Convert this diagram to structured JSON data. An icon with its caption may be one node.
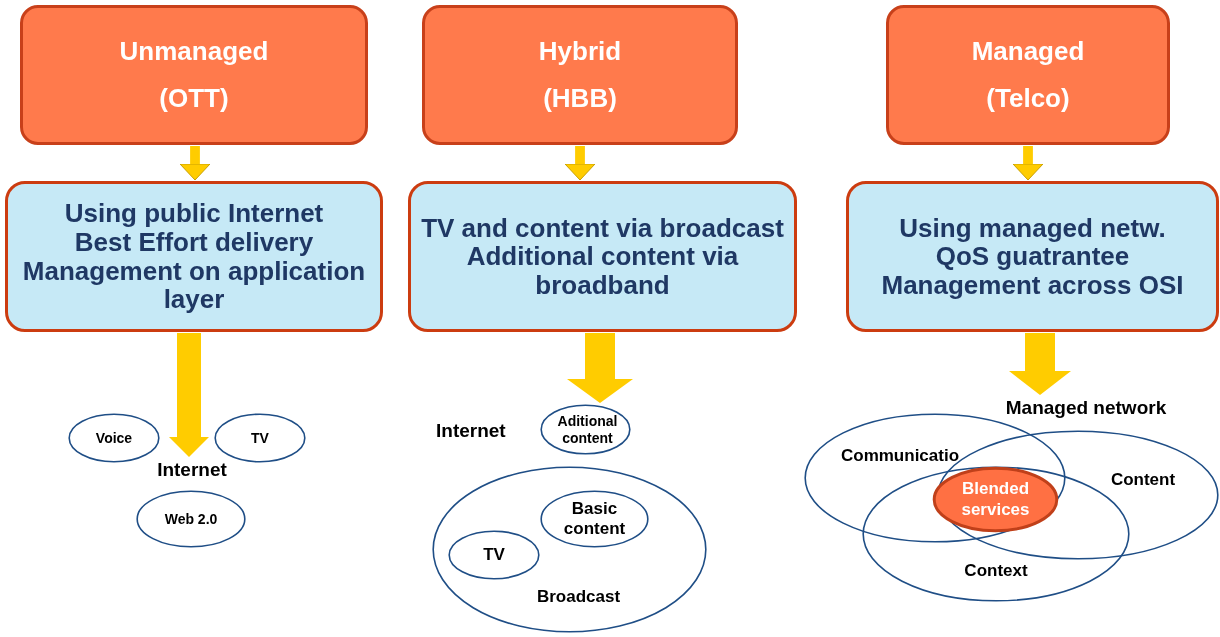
{
  "diagram": {
    "nodes": [
      {
        "text": [
          "Unmanaged",
          "(OTT)"
        ]
      },
      {
        "text": [
          "Hybrid",
          "(HBB)"
        ]
      },
      {
        "text": [
          "Managed",
          "(Telco)"
        ]
      },
      {
        "text": [
          "Using public Internet",
          "Best Effort delivery",
          "Management on application layer"
        ]
      },
      {
        "text": [
          "TV and content via broadcast",
          "Additional content via broadband"
        ]
      },
      {
        "text": [
          "Using managed netw.",
          "QoS guatrantee",
          "Management across OSI"
        ]
      },
      {
        "text": [
          "Voice"
        ]
      },
      {
        "text": [
          "TV"
        ]
      },
      {
        "text": [
          "Web 2.0"
        ]
      },
      {
        "text": [
          "Aditional content"
        ]
      },
      {
        "text": [
          "Broadcast"
        ]
      },
      {
        "text": [
          "Basic content"
        ],
        "in": 10
      },
      {
        "text": [
          "TV"
        ],
        "in": 10
      },
      {
        "text": [
          "Communicatio"
        ]
      },
      {
        "text": [
          "Content"
        ]
      },
      {
        "text": [
          "Context"
        ]
      },
      {
        "text": [
          "Blended services"
        ]
      },
      {
        "text": [
          "Managed network"
        ]
      },
      {
        "text": [
          "Internet"
        ]
      }
    ],
    "edges": [
      {
        "from": 0,
        "to": 3,
        "arrow": "to"
      },
      {
        "from": 1,
        "to": 4,
        "arrow": "to"
      },
      {
        "from": 2,
        "to": 5,
        "arrow": "to"
      },
      {
        "from": 3,
        "to": 18,
        "arrow": "to",
        "style": "thick"
      },
      {
        "from": 4,
        "to": 9,
        "arrow": "to",
        "style": "thick"
      },
      {
        "from": 5,
        "to": 17,
        "arrow": "to",
        "style": "thick"
      }
    ],
    "labels": [
      "Internet"
    ]
  }
}
